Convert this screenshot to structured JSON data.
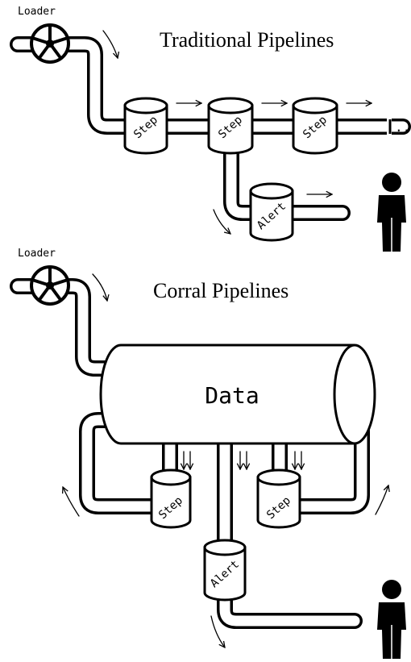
{
  "top": {
    "loader_label": "Loader",
    "title": "Traditional Pipelines",
    "step_labels": [
      "Step",
      "Step",
      "Step"
    ],
    "alert_label": "Alert",
    "ellipsis": "....",
    "user_icon": "person-icon",
    "valve_icon": "valve-wheel-icon"
  },
  "bottom": {
    "loader_label": "Loader",
    "title": "Corral Pipelines",
    "data_label": "Data",
    "step_labels": [
      "Step",
      "Step"
    ],
    "alert_label": "Alert",
    "user_icon": "person-icon",
    "valve_icon": "valve-wheel-icon"
  }
}
